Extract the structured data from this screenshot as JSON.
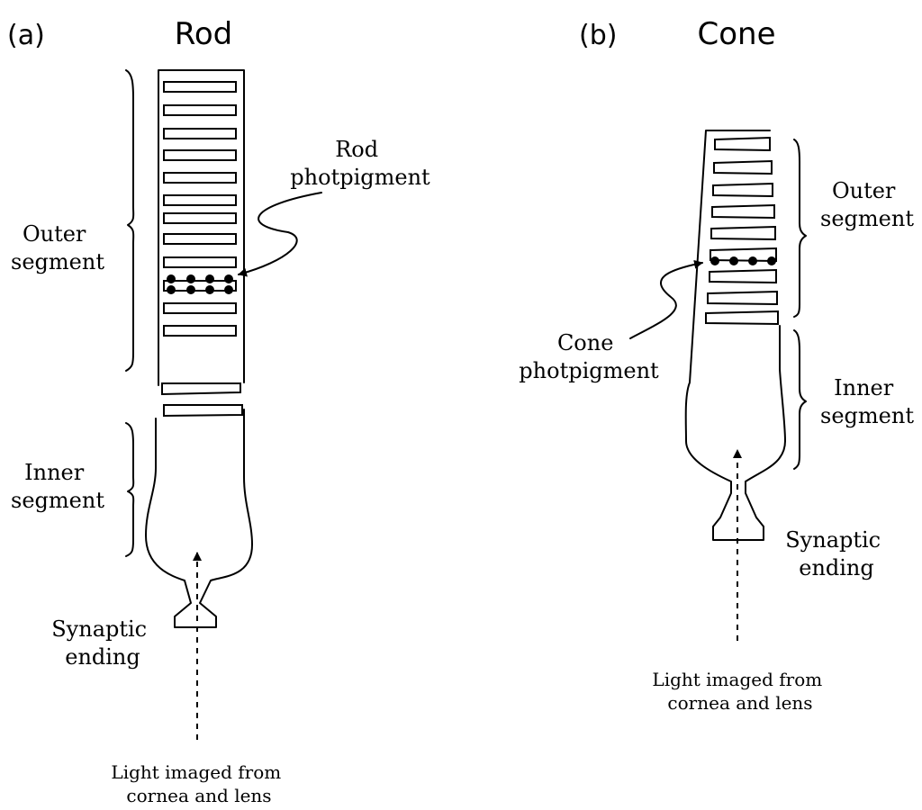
{
  "panels": {
    "rod": {
      "letter": "(a)",
      "title": "Rod",
      "outer_segment": [
        "Outer",
        "segment"
      ],
      "inner_segment": [
        "Inner",
        "segment"
      ],
      "photopigment": [
        "Rod",
        "photpigment"
      ],
      "synaptic": [
        "Synaptic",
        "ending"
      ],
      "light": [
        "Light imaged from",
        "cornea and lens"
      ]
    },
    "cone": {
      "letter": "(b)",
      "title": "Cone",
      "outer_segment": [
        "Outer",
        "segment"
      ],
      "inner_segment": [
        "Inner",
        "segment"
      ],
      "photopigment": [
        "Cone",
        "photpigment"
      ],
      "synaptic": [
        "Synaptic",
        "ending"
      ],
      "light": [
        "Light imaged from",
        "cornea and lens"
      ]
    }
  },
  "colors": {
    "ink": "#000000",
    "background": "#ffffff"
  }
}
